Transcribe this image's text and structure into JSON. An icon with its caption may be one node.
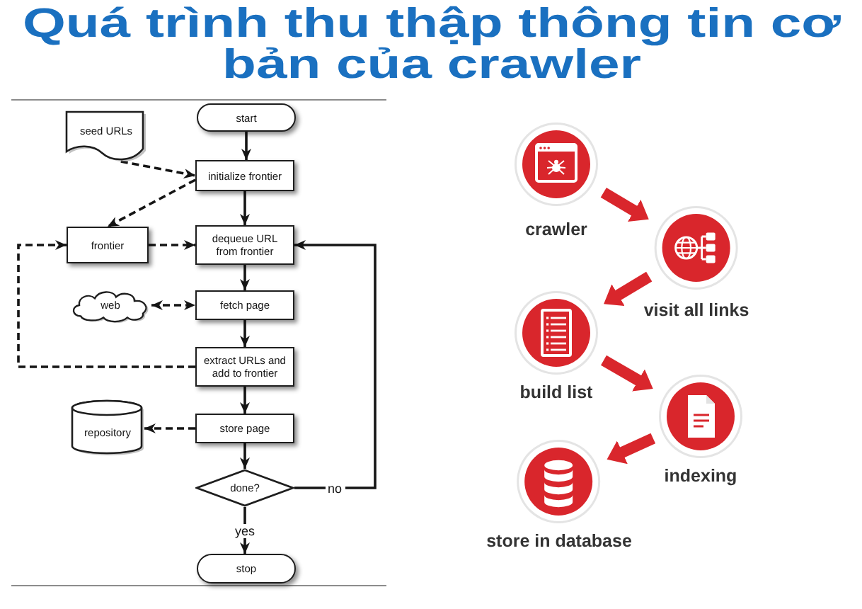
{
  "diagram": {
    "title": "Quá trình thu thập thông tin cơ bản của crawler",
    "nodes": [
      {
        "text": [
          "start"
        ]
      },
      {
        "text": [
          "seed URLs"
        ]
      },
      {
        "text": [
          "initialize frontier"
        ]
      },
      {
        "text": [
          "frontier"
        ]
      },
      {
        "text": [
          "dequeue URL from frontier"
        ]
      },
      {
        "text": [
          "web"
        ]
      },
      {
        "text": [
          "fetch page"
        ]
      },
      {
        "text": [
          "extract URLs and add to frontier"
        ]
      },
      {
        "text": [
          "repository"
        ]
      },
      {
        "text": [
          "store page"
        ]
      },
      {
        "text": [
          "done?"
        ]
      },
      {
        "text": [
          "stop"
        ]
      },
      {
        "text": [
          "crawler"
        ]
      },
      {
        "text": [
          "visit all links"
        ]
      },
      {
        "text": [
          "build list"
        ]
      },
      {
        "text": [
          "indexing"
        ]
      },
      {
        "text": [
          "store in database"
        ]
      }
    ],
    "edges": [
      {
        "from": 0,
        "to": 2,
        "arrow": "to"
      },
      {
        "from": 1,
        "to": 2,
        "arrow": "to",
        "style": "dashed"
      },
      {
        "from": 2,
        "to": 3,
        "arrow": "to",
        "style": "dashed"
      },
      {
        "from": 2,
        "to": 4,
        "arrow": "to"
      },
      {
        "from": 3,
        "to": 4,
        "arrow": "to",
        "style": "dashed"
      },
      {
        "from": 4,
        "to": 6,
        "arrow": "to"
      },
      {
        "from": 5,
        "to": 6,
        "arrow": "both",
        "style": "dashed"
      },
      {
        "from": 6,
        "to": 7,
        "arrow": "to"
      },
      {
        "from": 7,
        "to": 3,
        "arrow": "to",
        "style": "dashed"
      },
      {
        "from": 7,
        "to": 9,
        "arrow": "to"
      },
      {
        "from": 9,
        "to": 8,
        "arrow": "to",
        "style": "dashed"
      },
      {
        "from": 9,
        "to": 10,
        "arrow": "to"
      },
      {
        "from": 10,
        "to": 4,
        "arrow": "to",
        "label": "no"
      },
      {
        "from": 10,
        "to": 11,
        "arrow": "to",
        "label": "yes"
      },
      {
        "from": 12,
        "to": 13,
        "arrow": "to",
        "style": "thick",
        "color": "#d9262c"
      },
      {
        "from": 13,
        "to": 14,
        "arrow": "to",
        "style": "thick",
        "color": "#d9262c"
      },
      {
        "from": 14,
        "to": 15,
        "arrow": "to",
        "style": "thick",
        "color": "#d9262c"
      },
      {
        "from": 15,
        "to": 16,
        "arrow": "to",
        "style": "thick",
        "color": "#d9262c"
      }
    ]
  }
}
